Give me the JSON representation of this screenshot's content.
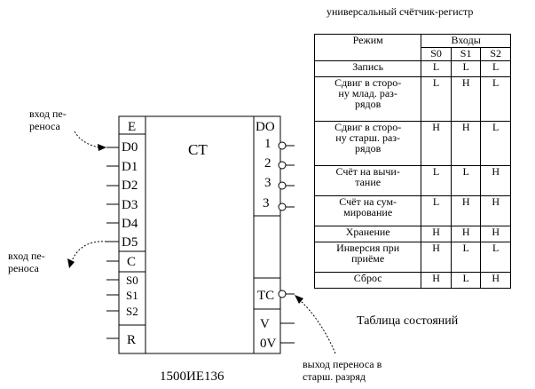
{
  "title": "универсальный счётчик-регистр",
  "caption": "Таблица состояний",
  "chip": {
    "left_pins": [
      "E",
      "D0",
      "D1",
      "D2",
      "D3",
      "D4",
      "D5",
      "C",
      "S0",
      "S1",
      "S2",
      "R"
    ],
    "center": "CT",
    "right_pins": [
      "DO",
      "1",
      "2",
      "3",
      "3",
      "TC",
      "V",
      "0V"
    ],
    "name": "1500ИЕ136"
  },
  "annotations": {
    "carry_in_top": "вход пе-\nреноса",
    "carry_in_bottom": "вход пе-\nреноса",
    "carry_out": "выход переноса в\nстарш. разряд"
  },
  "table": {
    "header_mode": "Режим",
    "header_inputs": "Входы",
    "subheaders": [
      "S0",
      "S1",
      "S2"
    ],
    "rows": [
      {
        "mode": "Запись",
        "values": [
          "L",
          "L",
          "L"
        ]
      },
      {
        "mode": "Сдвиг в сторо-\nну млад. раз-\nрядов",
        "values": [
          "L",
          "H",
          "L"
        ]
      },
      {
        "mode": "Сдвиг в сторо-\nну старш. раз-\nрядов",
        "values": [
          "H",
          "H",
          "L"
        ]
      },
      {
        "mode": "Счёт на вычи-\nтание",
        "values": [
          "L",
          "L",
          "H"
        ]
      },
      {
        "mode": "Счёт на сум-\nмирование",
        "values": [
          "L",
          "H",
          "H"
        ]
      },
      {
        "mode": "Хранение",
        "values": [
          "H",
          "H",
          "H"
        ]
      },
      {
        "mode": "Инверсия при\nприёме",
        "values": [
          "H",
          "L",
          "L"
        ]
      },
      {
        "mode": "Сброс",
        "values": [
          "H",
          "L",
          "H"
        ]
      }
    ]
  }
}
